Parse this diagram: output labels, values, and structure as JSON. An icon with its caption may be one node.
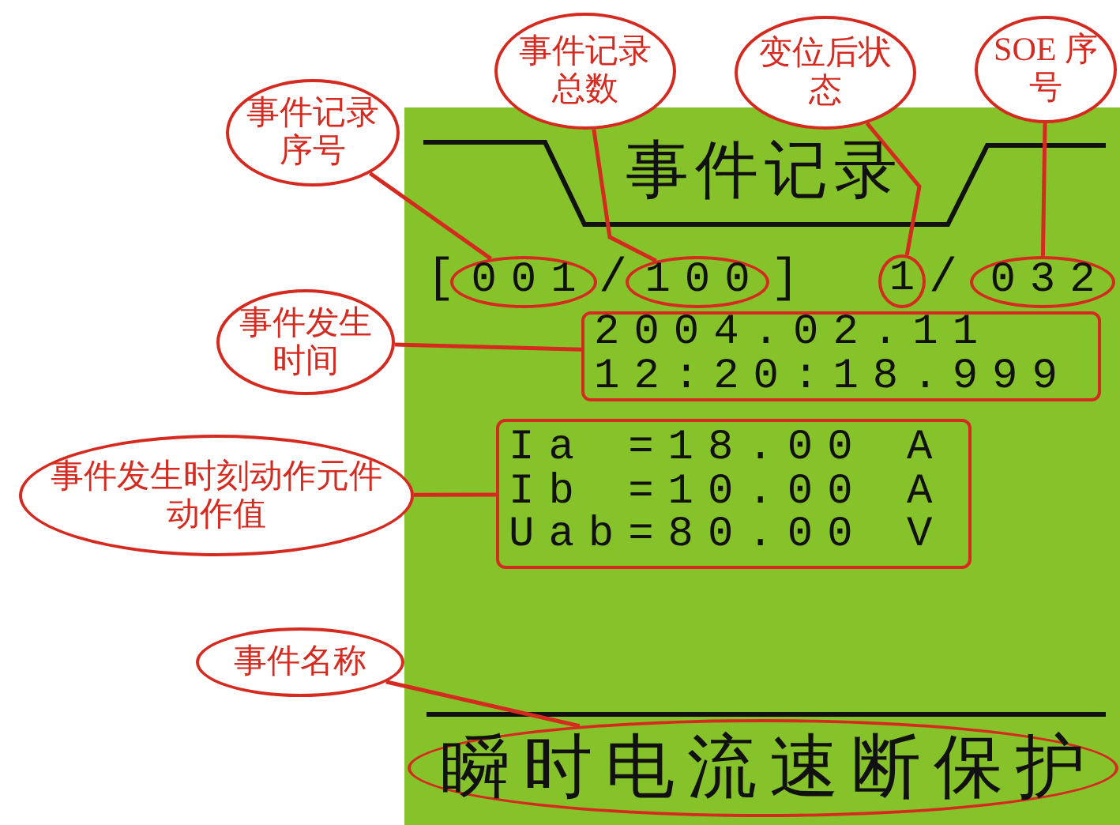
{
  "diagram": {
    "nodes": [
      {
        "text": [
          "事件记录总数"
        ]
      },
      {
        "text": [
          "变位后状态"
        ]
      },
      {
        "text": [
          "SOE 序号"
        ]
      },
      {
        "text": [
          "事件记录序号"
        ]
      },
      {
        "text": [
          "001"
        ]
      },
      {
        "text": [
          "100"
        ]
      },
      {
        "text": [
          "1"
        ]
      },
      {
        "text": [
          "032"
        ]
      },
      {
        "text": [
          "事件发生时间"
        ]
      },
      {
        "text": [
          "2004.02.11",
          "12:20:18.999"
        ]
      },
      {
        "text": [
          "事件发生时刻动作元件动作值"
        ]
      },
      {
        "text": [
          "Ia =18.00 A",
          "Ib =10.00 A",
          "Uab=80.00 V"
        ]
      },
      {
        "text": [
          "事件名称"
        ]
      },
      {
        "text": [
          "瞬时电流速断保护"
        ]
      }
    ],
    "edges": [
      {
        "from": 3,
        "to": 4,
        "arrow": "none"
      },
      {
        "from": 0,
        "to": 5,
        "arrow": "none"
      },
      {
        "from": 1,
        "to": 6,
        "arrow": "none"
      },
      {
        "from": 2,
        "to": 7,
        "arrow": "none"
      },
      {
        "from": 8,
        "to": 9,
        "arrow": "none"
      },
      {
        "from": 10,
        "to": 11,
        "arrow": "none"
      },
      {
        "from": 12,
        "to": 13,
        "arrow": "none"
      }
    ],
    "labels": [
      "事件记录",
      "[",
      "/",
      "]",
      "/"
    ]
  }
}
